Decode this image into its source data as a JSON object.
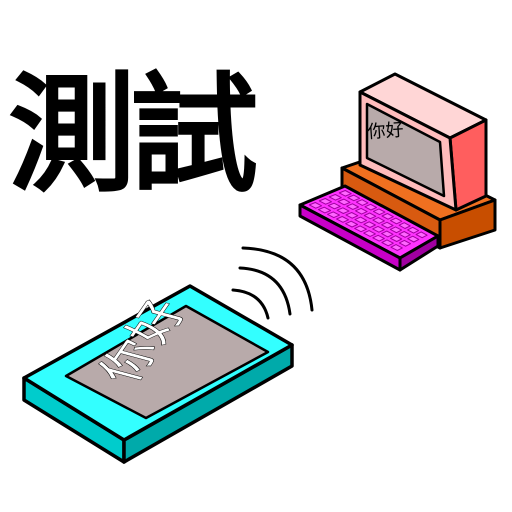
{
  "heading": "測試",
  "computer": {
    "screen_text": "你好",
    "colors": {
      "monitor_front": "#ffbcbc",
      "monitor_side": "#ff5e5e",
      "monitor_top": "#ffd6d6",
      "screen": "#b8aaaa",
      "base_top": "#f07020",
      "base_side": "#c84e00",
      "keyboard_top": "#ff33ff",
      "keyboard_side": "#c800c8",
      "keys": "#ff66ff"
    }
  },
  "phone": {
    "screen_text": "你好",
    "colors": {
      "body_top": "#33ffff",
      "body_side": "#00cccc",
      "screen": "#b8aaaa",
      "screen_text": "#ffffff"
    }
  },
  "signal": {
    "waves": 3,
    "color": "#000000",
    "icon": "wireless-signal-icon"
  }
}
